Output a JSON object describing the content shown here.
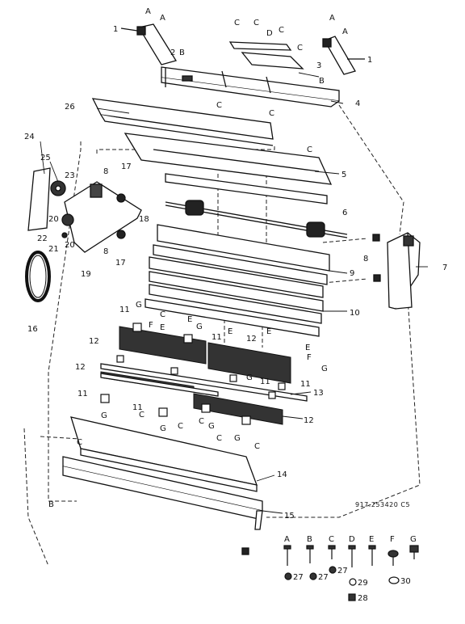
{
  "drawing_code": "917.253420 C5",
  "callouts": {
    "n1a": "1",
    "n1b": "1",
    "n2": "2",
    "n3": "3",
    "n4": "4",
    "n5": "5",
    "n6": "6",
    "n7": "7",
    "n8a": "8",
    "n8b": "8",
    "n8c": "8",
    "n9": "9",
    "n10": "10",
    "n11a": "11",
    "n11b": "11",
    "n11c": "11",
    "n11d": "11",
    "n11e": "11",
    "n11f": "11",
    "n12a": "12",
    "n12b": "12",
    "n12c": "12",
    "n12d": "12",
    "n13": "13",
    "n14": "14",
    "n15": "15",
    "n16": "16",
    "n17a": "17",
    "n17b": "17",
    "n18": "18",
    "n19": "19",
    "n20a": "20",
    "n20b": "20",
    "n21": "21",
    "n22": "22",
    "n23": "23",
    "n24": "24",
    "n25": "25",
    "n26": "26"
  },
  "letters": {
    "a1": "A",
    "a2": "A",
    "a3": "A",
    "a4": "A",
    "b1": "B",
    "b2": "B",
    "b3": "B",
    "c1": "C",
    "c2": "C",
    "c3": "C",
    "c4": "C",
    "c5": "C",
    "c6": "C",
    "c7": "C",
    "c8": "C",
    "c9": "C",
    "c10": "C",
    "c11": "C",
    "c12": "C",
    "c13": "C",
    "c14": "C",
    "d1": "D",
    "e1": "E",
    "e2": "E",
    "e3": "E",
    "e4": "E",
    "e5": "E",
    "f1": "F",
    "f2": "F",
    "g1": "G",
    "g2": "G",
    "g3": "G",
    "g4": "G",
    "g5": "G",
    "g6": "G",
    "g7": "G",
    "g8": "G"
  },
  "fastener_legend": {
    "items": [
      {
        "letter": "A"
      },
      {
        "letter": "B"
      },
      {
        "letter": "C"
      },
      {
        "letter": "D"
      },
      {
        "letter": "E"
      },
      {
        "letter": "F"
      },
      {
        "letter": "G"
      }
    ],
    "nuts": [
      "27",
      "27",
      "27",
      "29",
      "30",
      "28"
    ]
  }
}
